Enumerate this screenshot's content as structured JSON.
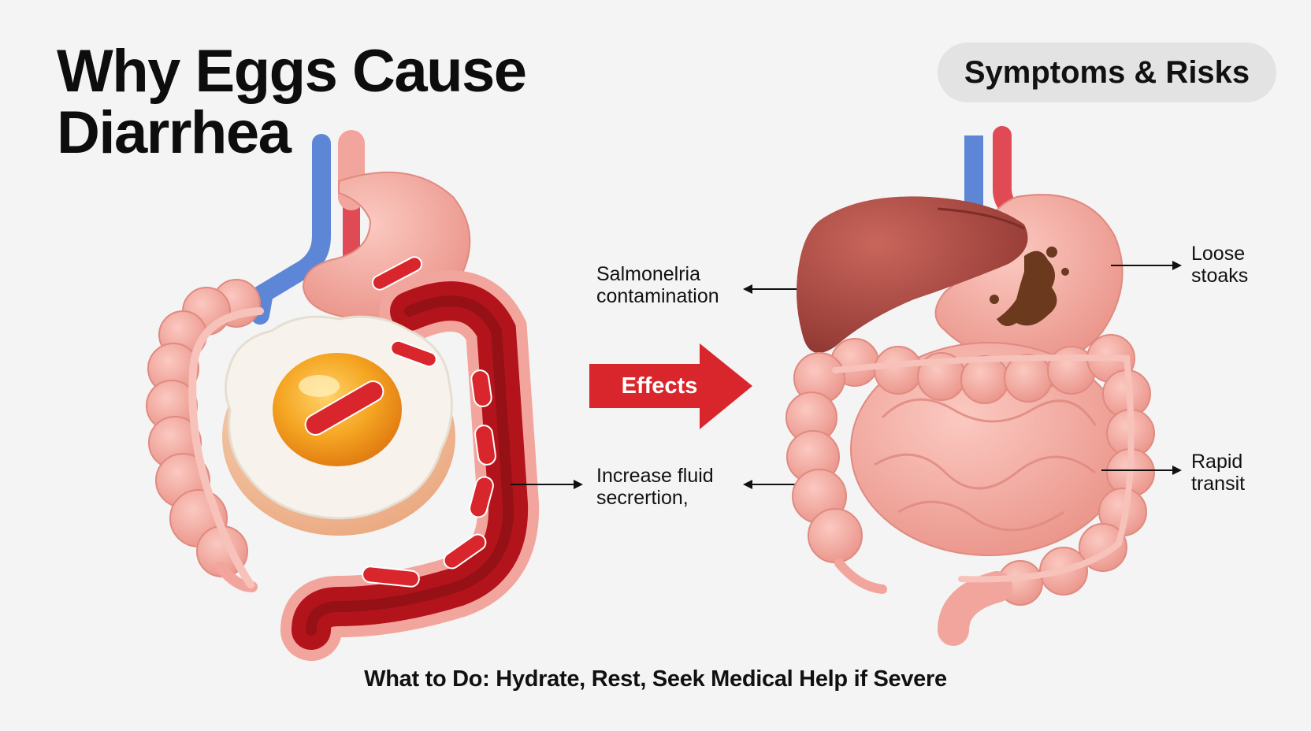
{
  "title_line1": "Why Eggs Cause",
  "title_line2": "Diarrhea",
  "badge": "Symptoms & Risks",
  "arrow_label": "Effects",
  "labels": {
    "salmonella": [
      "Salmonelria",
      "contamination"
    ],
    "fluid": [
      "Increase fluid",
      "secrertion,"
    ],
    "loose": [
      "Loose",
      "stoaks"
    ],
    "rapid": [
      "Rapid",
      "transit"
    ]
  },
  "footer": "What to Do: Hydrate, Rest, Seek Medical Help if Severe",
  "colors": {
    "arrow_red": "#d8262c",
    "intestine_pink": "#f2a59c",
    "intestine_shadow": "#e08a80",
    "liver": "#a8473f",
    "artery": "#e04a55",
    "vein": "#5d86d6",
    "colon_inflamed": "#b3141c",
    "egg_yolk": "#f5a623",
    "egg_white": "#f7f3ec",
    "stool": "#6b3a1e"
  },
  "icons": [
    "bacteria-icon",
    "egg-icon",
    "stomach-icon",
    "liver-icon",
    "intestine-icon",
    "arrow-right-icon"
  ]
}
